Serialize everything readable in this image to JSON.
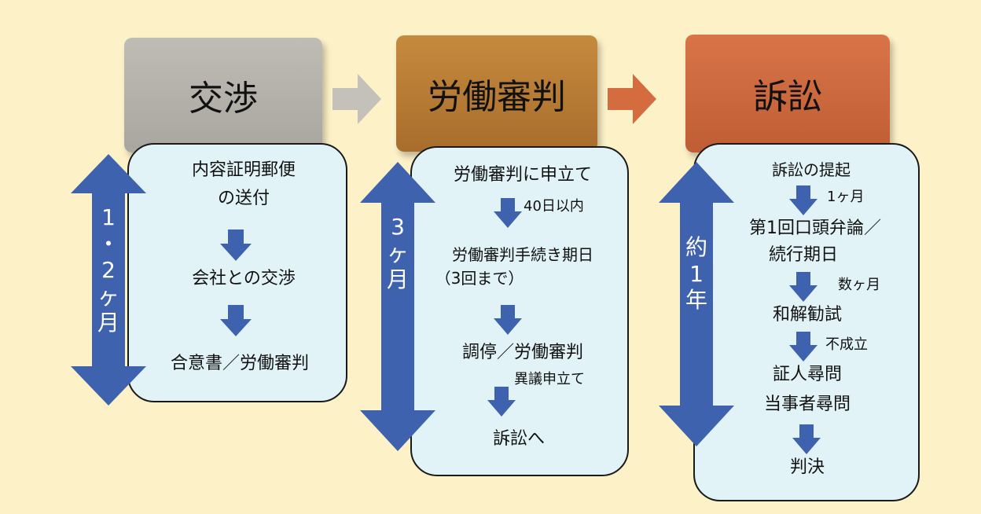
{
  "colors": {
    "background": "#fdf1c8",
    "negotiation": "#b7b3ad",
    "tribunal": "#b57a34",
    "lawsuit": "#cd6a40",
    "card": "#e2f3f8",
    "arrow_blue": "#3f62ae",
    "connector_gray": "#c4c0ba",
    "connector_orange": "#d56c40"
  },
  "stages": [
    {
      "title": "交渉",
      "duration": [
        "1",
        "・",
        "2",
        "ヶ",
        "月"
      ],
      "steps": [
        "内容証明郵便",
        "の送付",
        "会社との交渉",
        "合意書／労働審判"
      ]
    },
    {
      "title": "労働審判",
      "duration": [
        "3",
        "ヶ",
        "月"
      ],
      "steps": [
        "労働審判に申立て",
        "40日以内",
        "労働審判手続き期日",
        "（3回まで）",
        "調停／労働審判",
        "異議申立て",
        "訴訟へ"
      ]
    },
    {
      "title": "訴訟",
      "duration": [
        "約",
        "1",
        "年"
      ],
      "steps": [
        "訴訟の提起",
        "1ヶ月",
        "第1回口頭弁論／",
        "続行期日",
        "数ヶ月",
        "和解勧試",
        "不成立",
        "証人尋問",
        "当事者尋問",
        "判決"
      ]
    }
  ],
  "icons": {
    "connector": "right-arrow-icon",
    "down": "down-arrow-icon",
    "duration": "double-arrow-icon"
  }
}
